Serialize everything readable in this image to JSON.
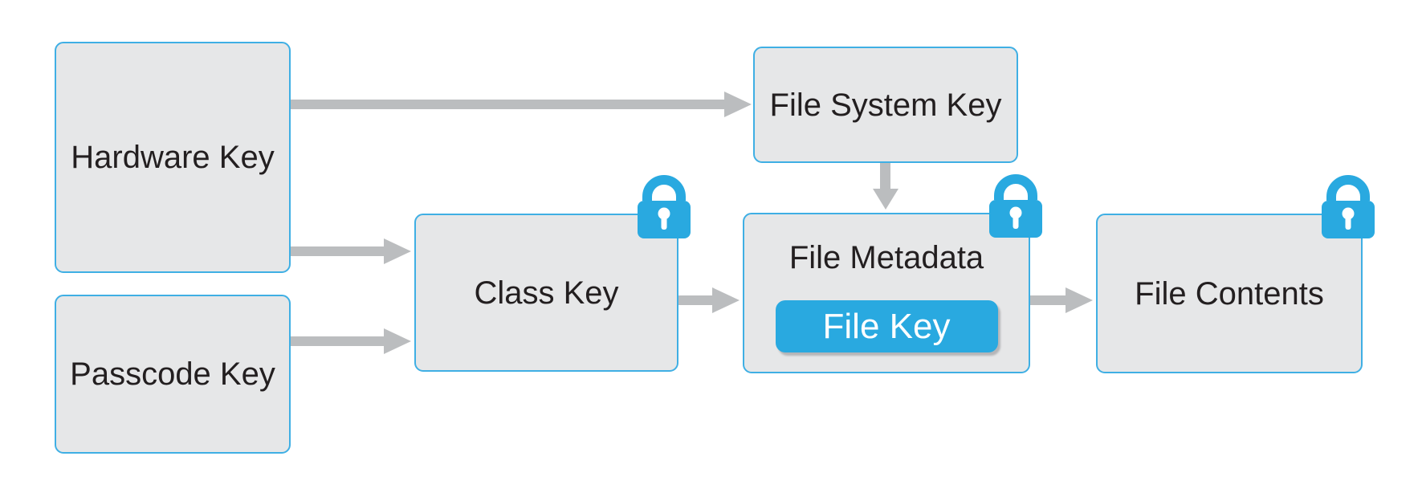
{
  "nodes": {
    "hardware_key": {
      "label": "Hardware Key",
      "locked": false
    },
    "passcode_key": {
      "label": "Passcode Key",
      "locked": false
    },
    "class_key": {
      "label": "Class Key",
      "locked": true
    },
    "file_system_key": {
      "label": "File System Key",
      "locked": false
    },
    "file_metadata": {
      "label": "File Metadata",
      "locked": true
    },
    "file_key": {
      "label": "File Key"
    },
    "file_contents": {
      "label": "File Contents",
      "locked": true
    }
  },
  "edges": [
    {
      "from": "hardware_key",
      "to": "file_system_key",
      "direction": "right"
    },
    {
      "from": "hardware_key",
      "to": "class_key",
      "direction": "right"
    },
    {
      "from": "passcode_key",
      "to": "class_key",
      "direction": "right"
    },
    {
      "from": "class_key",
      "to": "file_metadata",
      "direction": "right"
    },
    {
      "from": "file_system_key",
      "to": "file_metadata",
      "direction": "down"
    },
    {
      "from": "file_metadata",
      "to": "file_contents",
      "direction": "right"
    }
  ],
  "icons": {
    "lock": "lock-icon"
  },
  "colors": {
    "box_fill": "#E6E7E8",
    "box_border": "#3FAFE4",
    "accent_blue": "#29A9E0",
    "arrow_gray": "#BBBDBF",
    "text_dark": "#231F20",
    "file_key_text": "#FFFFFF"
  }
}
